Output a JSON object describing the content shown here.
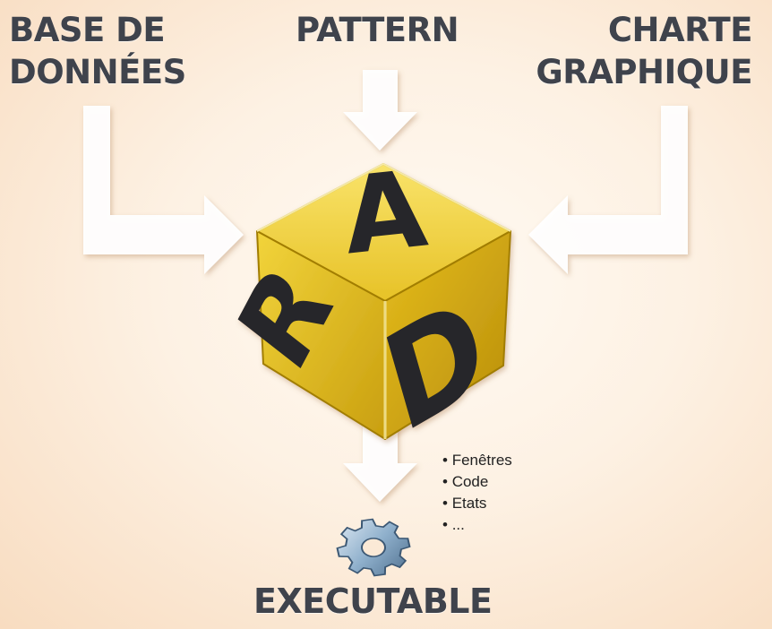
{
  "inputs": {
    "database": [
      "BASE DE",
      "DONNÉES"
    ],
    "pattern": "PATTERN",
    "charter": [
      "CHARTE",
      "GRAPHIQUE"
    ]
  },
  "cube": {
    "letters": [
      "A",
      "R",
      "D"
    ]
  },
  "outputs": [
    "Fenêtres",
    "Code",
    "Etats",
    "..."
  ],
  "result": "EXECUTABLE",
  "icons": [
    "arrow-icon",
    "cube-icon",
    "gear-icon"
  ],
  "colors": {
    "text": "#3f434c",
    "cube": "#e6c21c",
    "arrow": "#ffffff",
    "gear": "#8fb0cc"
  }
}
